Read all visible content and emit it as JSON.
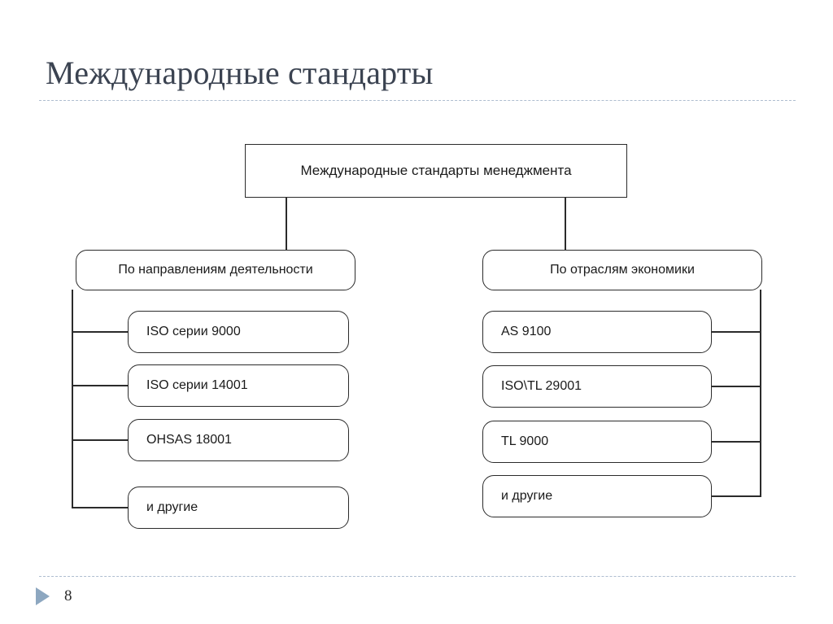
{
  "slide": {
    "title": "Международные стандарты",
    "page_number": "8",
    "next_arrow_icon": "triangle-right-icon",
    "accent_color": "#8da7c0",
    "rule_color": "#aebdd0",
    "line_color": "#2b2b2b",
    "title_color": "#3b4351",
    "background": "#ffffff"
  },
  "diagram": {
    "type": "tree",
    "root": {
      "label": "Международные стандарты менеджмента",
      "shape": "rectangle"
    },
    "branches": [
      {
        "id": "by-activity",
        "heading": "По направлениям деятельности",
        "shape": "rounded-rectangle",
        "spine_side": "left",
        "items": [
          {
            "label": "ISO серии 9000"
          },
          {
            "label": "ISO серии 14001"
          },
          {
            "label": "OHSAS 18001"
          },
          {
            "label": "и другие"
          }
        ]
      },
      {
        "id": "by-industry",
        "heading": "По отраслям экономики",
        "shape": "rounded-rectangle",
        "spine_side": "right",
        "items": [
          {
            "label": "AS 9100"
          },
          {
            "label": "ISO\\TL 29001"
          },
          {
            "label": "TL 9000"
          },
          {
            "label": "и другие"
          }
        ]
      }
    ]
  }
}
